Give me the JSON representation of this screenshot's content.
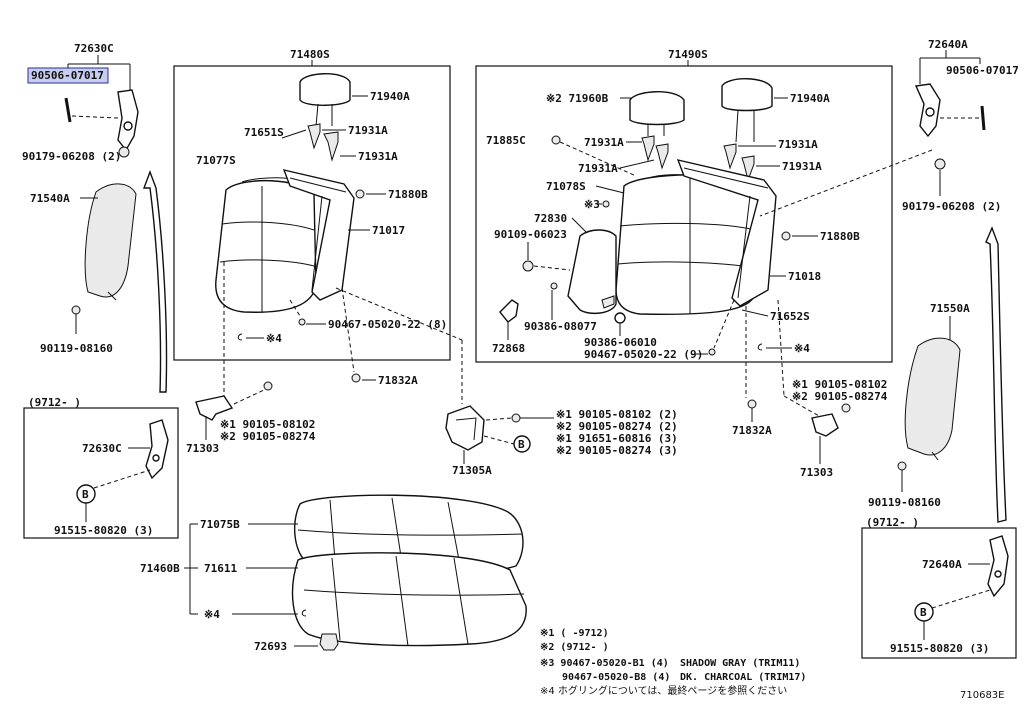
{
  "diagram_id": "710683E",
  "section_headers": {
    "left_assembly": "71480S",
    "right_assembly": "71490S",
    "left_headrest_group": "72630C",
    "right_headrest_group": "72640A"
  },
  "highlighted_part": "90506-07017",
  "parts": {
    "p90506_left": "90506-07017",
    "p90179_left": "90179-06208 (2)",
    "p71540A": "71540A",
    "p90119_left": "90119-08160",
    "p71940A_left": "71940A",
    "p71651S": "71651S",
    "p71931A_l1": "71931A",
    "p71931A_l2": "71931A",
    "p71077S": "71077S",
    "p71880B_left": "71880B",
    "p71017": "71017",
    "p90467_left": "90467-05020-22 (8)",
    "p4_left": "※4",
    "p71832A_left": "71832A",
    "p71303_left": "71303",
    "p90105_l1": "※1 90105-08102",
    "p90105_l2": "※2 90105-08274",
    "p71960B": "※2 71960B",
    "p71940A_right": "71940A",
    "p71885C": "71885C",
    "p71931A_r1": "71931A",
    "p71931A_r2": "71931A",
    "p71931A_r3": "71931A",
    "p71931A_r4": "71931A",
    "p71078S": "71078S",
    "p3": "※3",
    "p72830": "72830",
    "p90109": "90109-06023",
    "p71880B_right": "71880B",
    "p71018": "71018",
    "p72868": "72868",
    "p90386_a": "90386-08077",
    "p90386_b": "90386-06010",
    "p90467_right": "90467-05020-22 (9)",
    "p71652S": "71652S",
    "p4_right": "※4",
    "p90506_right": "90506-07017",
    "p90179_right": "90179-06208 (2)",
    "p71550A": "71550A",
    "p90119_right": "90119-08160",
    "p90105_r1": "※1 90105-08102",
    "p90105_r2": "※2 90105-08274",
    "p71832A_right": "71832A",
    "p71303_right": "71303",
    "p71305A": "71305A",
    "c_90105_1": "※1  90105-08102 (2)",
    "c_90105_2": "※2  90105-08274 (2)",
    "c_91651": "※1  91651-60816 (3)",
    "c_90105_3": "※2  90105-08274 (3)",
    "p71075B": "71075B",
    "p71460B": "71460B",
    "p71611": "71611",
    "p4_bottom": "※4",
    "p72693": "72693"
  },
  "inset_left": {
    "date": "(9712-      )",
    "part_a": "72630C",
    "callout": "B",
    "part_b": "91515-80820 (3)"
  },
  "inset_right": {
    "date": "(9712-      )",
    "part_a": "72640A",
    "callout": "B",
    "part_b": "91515-80820 (3)"
  },
  "callout_b_center": "B",
  "footnotes": [
    "※1  (      -9712)",
    "※2  (9712-      )",
    "※3  90467-05020-B1 (4)",
    "90467-05020-B8 (4)",
    "※4  ホグリングについては、最終ページを参照ください"
  ],
  "trim_notes": [
    "SHADOW GRAY (TRIM11)",
    "DK. CHARCOAL (TRIM17)"
  ]
}
